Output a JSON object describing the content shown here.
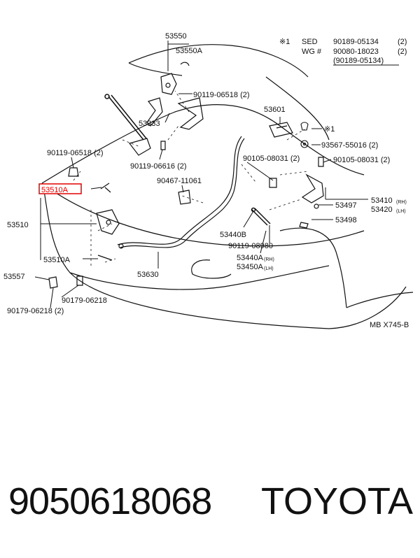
{
  "diagram": {
    "callouts": {
      "c53550": "53550",
      "c53550A": "53550A",
      "c90119_06518_top": "90119-06518 (2)",
      "c53601": "53601",
      "c53333": "53333",
      "c90119_06616": "90119-06616 (2)",
      "c90119_06518_left": "90119-06518 (2)",
      "c90105_08031_a": "90105-08031 (2)",
      "c90105_08031_b": "90105-08031 (2)",
      "c93567": "93567-55016 (2)",
      "c90467": "90467-11061",
      "c53510A_top": "53510A",
      "c53510": "53510",
      "c53440B": "53440B",
      "c90119_08980": "90119-08980",
      "c53497": "53497",
      "c53498": "53498",
      "c53410": "53410",
      "c53420": "53420",
      "rh1": "(RH)",
      "lh1": "(LH)",
      "c53510A_bottom": "53510A",
      "c53630": "53630",
      "c53440A": "53440A",
      "c53450A": "53450A",
      "rh2": "(RH)",
      "lh2": "(LH)",
      "c53557": "53557",
      "c90179_06218_a": "90179-06218",
      "c90179_06218_b": "90179-06218 (2)",
      "mark1": "※1",
      "star_mark": "※1"
    },
    "spec_table": {
      "mark": "※1",
      "rows": [
        {
          "label": "SED",
          "part": "90189-05134",
          "qty": "(2)"
        },
        {
          "label": "WG #",
          "part": "90080-18023",
          "qty": "(2)"
        },
        {
          "label": "",
          "part": "(90189-05134)",
          "qty": ""
        }
      ]
    },
    "figure_code": "MB X745-B",
    "highlight_color": "#e00000"
  },
  "footer": {
    "part_number": "9050618068",
    "brand": "TOYOTA"
  }
}
